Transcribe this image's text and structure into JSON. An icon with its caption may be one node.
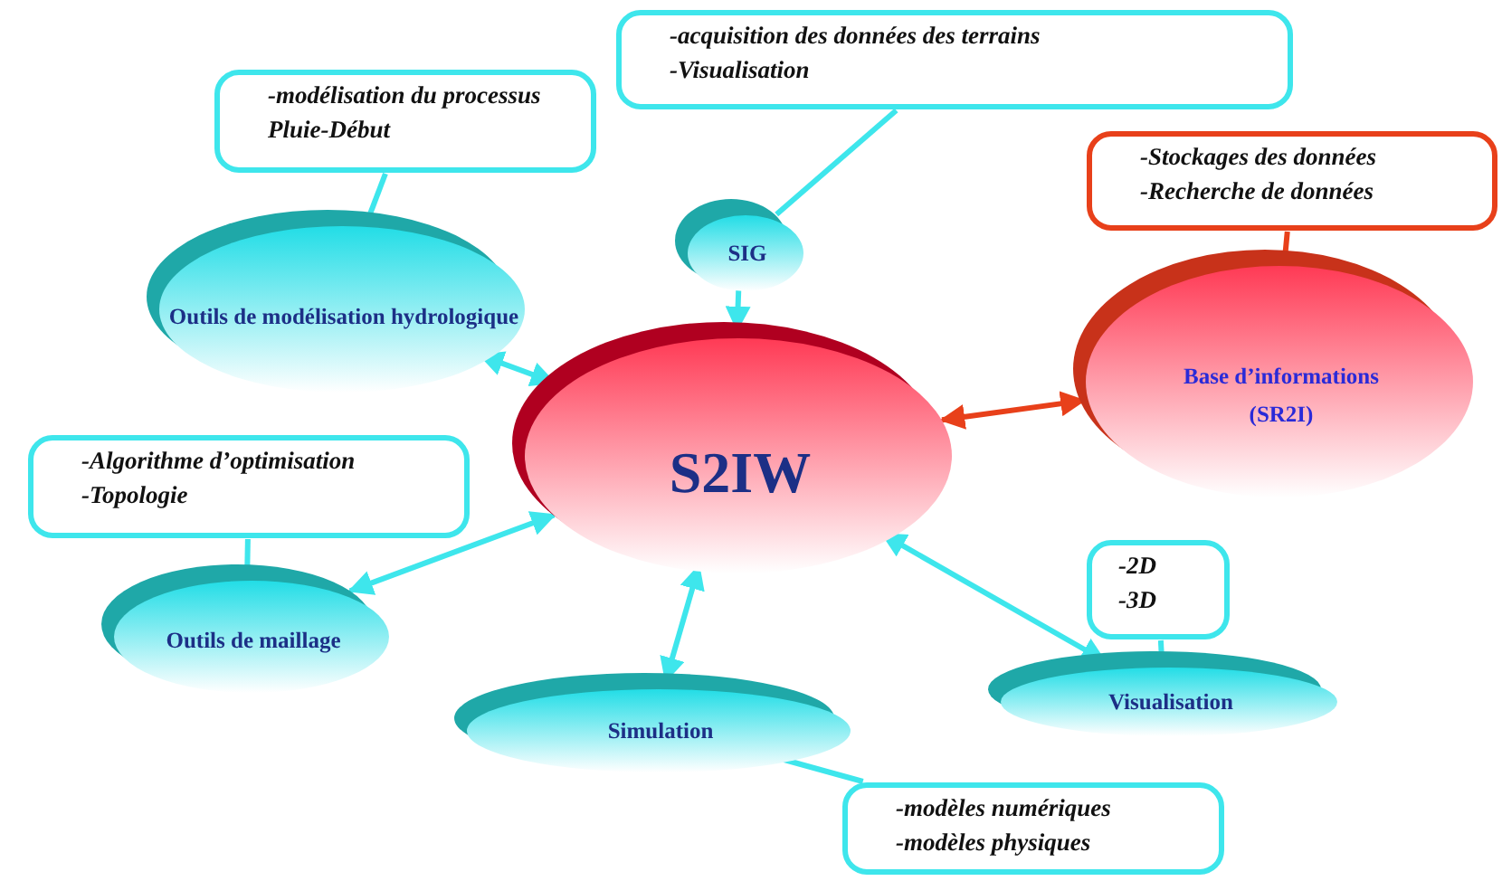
{
  "diagram": {
    "nodes": [
      {
        "text": [
          "S2IW"
        ]
      },
      {
        "text": [
          "SIG"
        ]
      },
      {
        "text": [
          "Outils de modélisation hydrologique"
        ]
      },
      {
        "text": [
          "Base d’informations",
          "(SR2I)"
        ]
      },
      {
        "text": [
          "Outils de maillage"
        ]
      },
      {
        "text": [
          "Simulation"
        ]
      },
      {
        "text": [
          "Visualisation"
        ]
      },
      {
        "text": [
          "-acquisition des données des terrains",
          "-Visualisation"
        ]
      },
      {
        "text": [
          "-modélisation du processus Pluie-Début"
        ]
      },
      {
        "text": [
          "-Stockages des données",
          "-Recherche de données"
        ]
      },
      {
        "text": [
          "-Algorithme d’optimisation",
          "-Topologie"
        ]
      },
      {
        "text": [
          "-2D",
          "-3D"
        ]
      },
      {
        "text": [
          "-modèles numériques",
          "-modèles physiques"
        ]
      }
    ],
    "edges": [
      {
        "from": 2,
        "to": 0,
        "arrow": "both"
      },
      {
        "from": 1,
        "to": 0,
        "arrow": "to"
      },
      {
        "from": 0,
        "to": 3,
        "arrow": "both",
        "color": "#e8401a"
      },
      {
        "from": 4,
        "to": 0,
        "arrow": "both"
      },
      {
        "from": 5,
        "to": 0,
        "arrow": "both"
      },
      {
        "from": 0,
        "to": 6,
        "arrow": "both"
      },
      {
        "from": 7,
        "to": 1,
        "arrow": "none"
      },
      {
        "from": 8,
        "to": 2,
        "arrow": "none"
      },
      {
        "from": 9,
        "to": 3,
        "arrow": "none",
        "color": "#e8401a"
      },
      {
        "from": 10,
        "to": 4,
        "arrow": "none"
      },
      {
        "from": 11,
        "to": 6,
        "arrow": "none"
      },
      {
        "from": 12,
        "to": 5,
        "arrow": "none"
      }
    ]
  }
}
